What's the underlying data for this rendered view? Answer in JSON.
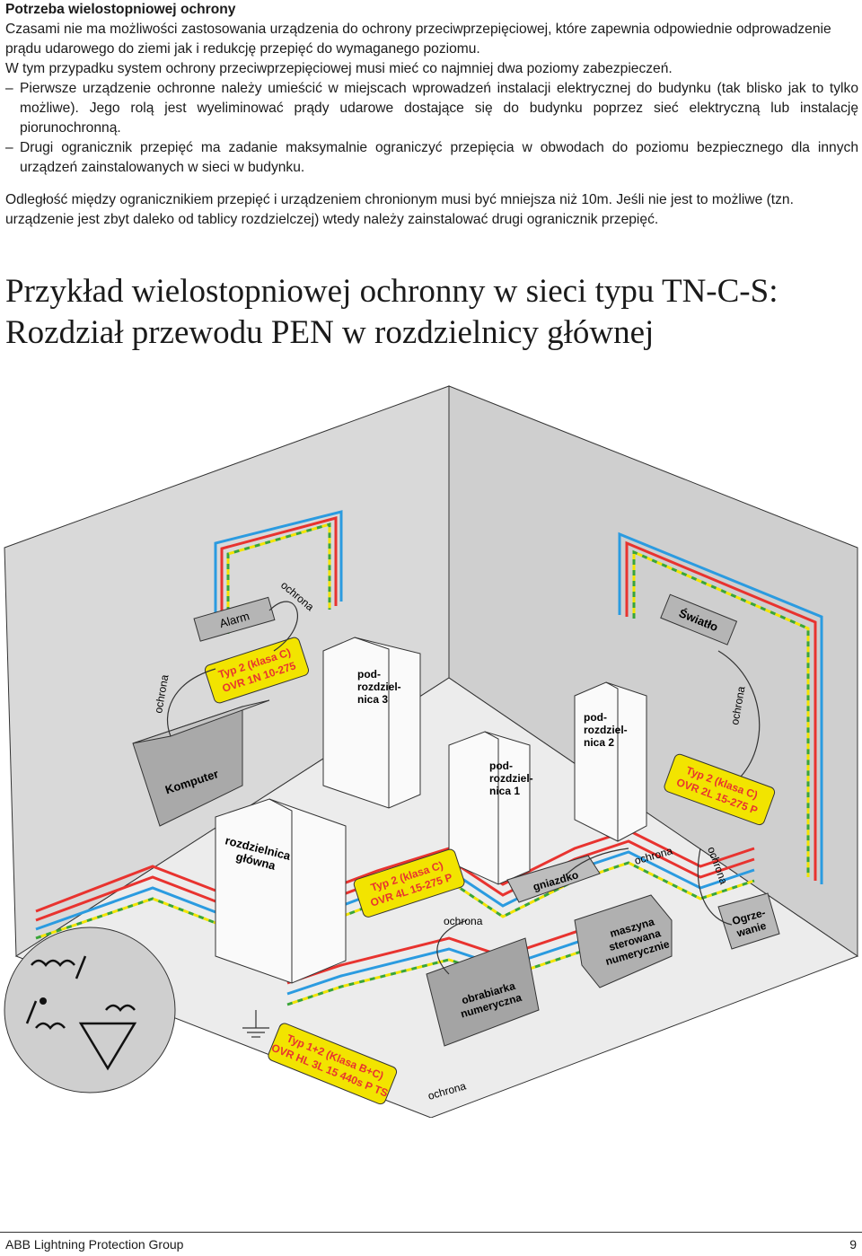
{
  "section": {
    "title": "Potrzeba wielostopniowej ochrony",
    "intro_1": "Czasami nie ma możliwości zastosowania urządzenia do ochrony przeciwprzepięciowej, które zapewnia odpowiednie odprowadzenie prądu udarowego do ziemi jak i redukcję przepięć do wymaganego poziomu.",
    "intro_2": "W tym przypadku system ochrony przeciwprzepięciowej musi mieć co najmniej dwa poziomy zabezpieczeń.",
    "bullets": [
      "Pierwsze urządzenie ochronne należy umieścić w miejscach wprowadzeń instalacji elektrycznej do budynku (tak blisko jak to tylko możliwe). Jego rolą jest wyeliminować prądy udarowe dostające się do budynku poprzez sieć elektryczną lub instalację piorunochronną.",
      "Drugi ogranicznik przepięć ma zadanie maksymalnie ograniczyć przepięcia w obwodach do poziomu bezpiecznego dla innych urządzeń zainstalowanych w sieci w budynku."
    ],
    "paragraph_2": "Odległość między ogranicznikiem przepięć i urządzeniem chronionym musi być mniejsza niż 10m. Jeśli nie jest to możliwe (tzn. urządzenie jest zbyt daleko od tablicy rozdzielczej) wtedy należy zainstalować drugi ogranicznik przepięć."
  },
  "heading": {
    "line_1": "Przykład wielostopniowej ochronny w sieci typu TN-C-S:",
    "line_2": "Rozdział przewodu PEN w rozdzielnicy głównej"
  },
  "diagram": {
    "labels": {
      "alarm": "Alarm",
      "swiatlo": "Światło",
      "komputer": "Komputer",
      "pod3_a": "pod-",
      "pod3_b": "rozdziel-",
      "pod3_c": "nica 3",
      "pod2_a": "pod-",
      "pod2_b": "rozdziel-",
      "pod2_c": "nica 2",
      "pod1_a": "pod-",
      "pod1_b": "rozdziel-",
      "pod1_c": "nica 1",
      "glowna_a": "rozdzielnica",
      "glowna_b": "główna",
      "gniazdko": "gniazdko",
      "maszyna_a": "maszyna",
      "maszyna_b": "sterowana",
      "maszyna_c": "numerycznie",
      "ogrzewanie_a": "Ogrze-",
      "ogrzewanie_b": "wanie",
      "obrabiarka_a": "obrabiarka",
      "obrabiarka_b": "numeryczna"
    },
    "spd": {
      "alarm_a": "Typ 2 (klasa C)",
      "alarm_b": "OVR 1N 10-275",
      "light_a": "Typ 2 (klasa C)",
      "light_b": "OVR 2L 15-275 P",
      "sub1_a": "Typ 2 (klasa C)",
      "sub1_b": "OVR 4L 15-275 P",
      "main_a": "Typ 1+2 (Klasa B+C)",
      "main_b": "OVR HL 3L 15 440s P TS"
    },
    "protection_label": "ochrona",
    "colors": {
      "phase_red": "#e8332f",
      "neutral_blue": "#2b9be0",
      "pe_green": "#3aa537",
      "pe_yellow": "#f2e400"
    }
  },
  "footer": {
    "left": "ABB Lightning Protection Group",
    "right": "9"
  }
}
